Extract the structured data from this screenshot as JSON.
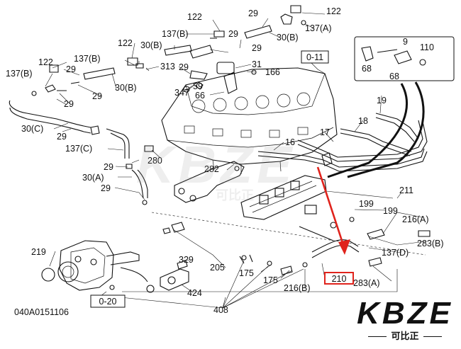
{
  "diagram": {
    "drawing_id": "040A0151106",
    "watermark": {
      "text": "KBZE",
      "sub": "可比正"
    },
    "logo": {
      "text": "KBZE",
      "sub": "可比正"
    },
    "accent_color": "#e0231c",
    "boxed_labels": {
      "b1": "0-11",
      "b2": "0-20",
      "b3": "210"
    },
    "labels": {
      "l122a": "122",
      "l29a": "29",
      "l122b": "122",
      "l137Aa": "137(A)",
      "l137Ba": "137(B)",
      "l29b": "29",
      "l30Ba": "30(B)",
      "l122c": "122",
      "l30Bb": "30(B)",
      "l29c": "29",
      "l137Bb": "137(B)",
      "l9": "9",
      "l110": "110",
      "l68a": "68",
      "l68b": "68",
      "l122d": "122",
      "l29d": "29",
      "l313": "313",
      "l31": "31",
      "l137Bc": "137(B)",
      "l29e": "29",
      "l30Bc": "30(B)",
      "l166": "166",
      "l29f": "29",
      "l59": "59",
      "l347": "347",
      "l66": "66",
      "l29g": "29",
      "l30C": "30(C)",
      "l29h": "29",
      "l19": "19",
      "l18": "18",
      "l17": "17",
      "l137C": "137(C)",
      "l16": "16",
      "l280": "280",
      "l29i": "29",
      "l282": "282",
      "l30A": "30(A)",
      "l29j": "29",
      "l211": "211",
      "l199a": "199",
      "l199b": "199",
      "l216A": "216(A)",
      "l283B": "283(B)",
      "l137D": "137(D)",
      "l219": "219",
      "l329": "329",
      "l205": "205",
      "l175a": "175",
      "l175b": "175",
      "l216B": "216(B)",
      "l283A": "283(A)",
      "l424": "424",
      "l408": "408"
    }
  }
}
